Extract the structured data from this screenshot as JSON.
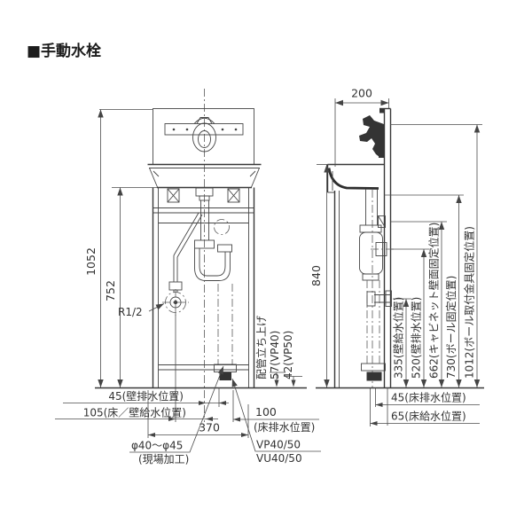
{
  "title": "■手動水栓",
  "colors": {
    "line": "#3d3d3d",
    "text": "#333333",
    "background": "#ffffff"
  },
  "front_view": {
    "dims": {
      "height_total": "1052",
      "height_counter": "752",
      "supply_thread": "R1/2",
      "wall_drain": "45(壁排水位置)",
      "wall_supply": "105(床／壁給水位置)",
      "riser_label": "配管立ち上げ",
      "riser_vp40": "57(VP40)",
      "riser_vp50": "42(VP50)",
      "floor_drain_offset": "100",
      "floor_drain_note": "(床排水位置)",
      "width": "370",
      "hole_dia": "φ40～φ45",
      "hole_note": "(現場加工)",
      "pipe_vp": "VP40/50",
      "pipe_vu": "VU40/50"
    }
  },
  "side_view": {
    "dims": {
      "depth": "200",
      "height_bowl": "840",
      "wall_supply": "335(壁給水位置)",
      "wall_drain": "520(壁排水位置)",
      "cabinet_fix": "662(キャビネット壁面固定位置)",
      "bowl_fix": "730(ボール固定位置)",
      "bracket_fix": "1012(ボール取付金具固定位置)",
      "floor_drain": "45(床排水位置)",
      "floor_supply": "65(床給水位置)"
    }
  }
}
